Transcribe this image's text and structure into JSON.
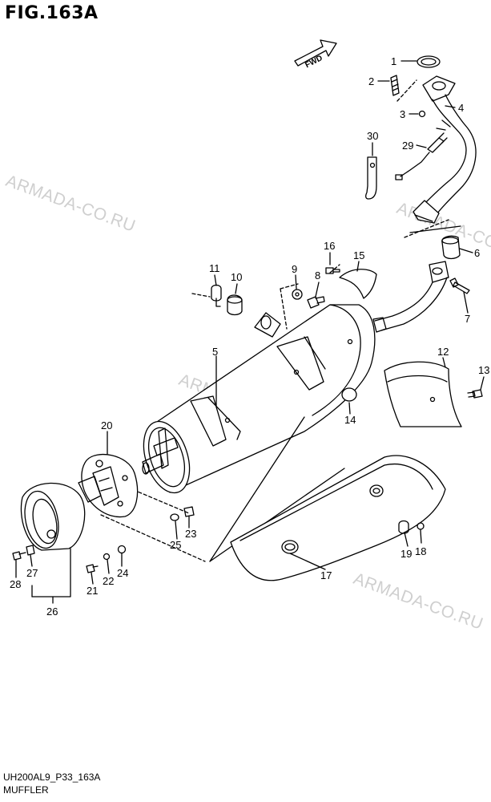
{
  "figure": {
    "title": "FIG.163A",
    "code": "UH200AL9_P33_163A",
    "name": "MUFFLER"
  },
  "watermark": "ARMADA-CO.RU",
  "fwd_label": "FWD",
  "callouts": [
    "1",
    "2",
    "3",
    "4",
    "5",
    "6",
    "7",
    "8",
    "9",
    "10",
    "11",
    "12",
    "13",
    "14",
    "15",
    "16",
    "17",
    "18",
    "19",
    "20",
    "21",
    "22",
    "23",
    "24",
    "25",
    "26",
    "27",
    "28",
    "29",
    "30"
  ],
  "colors": {
    "line": "#000000",
    "watermark": "#cfcfcf",
    "background": "#ffffff"
  }
}
